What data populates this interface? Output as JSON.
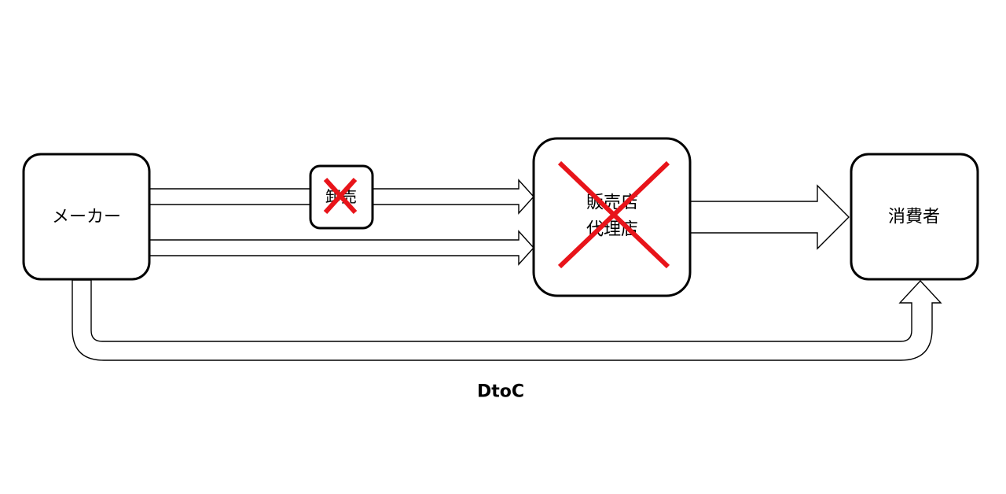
{
  "nodes": {
    "maker": {
      "label": "メーカー"
    },
    "wholesale": {
      "label": "卸売"
    },
    "retailer": {
      "line1": "販売店",
      "line2": "代理店"
    },
    "consumer": {
      "label": "消費者"
    }
  },
  "caption": "DtoC",
  "colors": {
    "cross": "#e8141a",
    "stroke": "#000000",
    "fill": "#ffffff"
  }
}
